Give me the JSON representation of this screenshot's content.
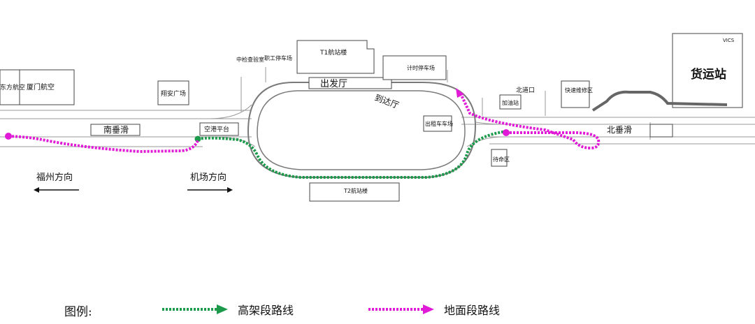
{
  "colors": {
    "elevated_route": "#1a9a4a",
    "ground_route": "#e01ad6",
    "road": "#888888",
    "cargo_link": "#555555"
  },
  "labels": {
    "xiamen_air_partial": "东方航空",
    "xiamen_air": "厦门航空",
    "haicang_plaza": "翔安广场",
    "south_taxi": "南垂滑",
    "north_taxi": "北垂滑",
    "fuzhou_direction": "福州方向",
    "airport_direction": "机场方向",
    "platform": "空港平台",
    "t1_terminal": "T1航站楼",
    "t2_terminal": "T2航站楼",
    "staff_parking": "职工停车场",
    "hourly_parking": "计时停车场",
    "departure_hall": "出发厅",
    "arrival_hall": "到达厅",
    "taxi_stand": "出租车车场",
    "north_exit": "北道口",
    "gas_station": "加油站",
    "express_repair": "快速维修区",
    "waiting_area": "待命区",
    "cargo_station": "货运站",
    "vics": "VICS",
    "cargo_admin": "中检查验室"
  },
  "legend": {
    "title": "图例:",
    "elevated": "高架段路线",
    "ground": "地面段路线"
  }
}
